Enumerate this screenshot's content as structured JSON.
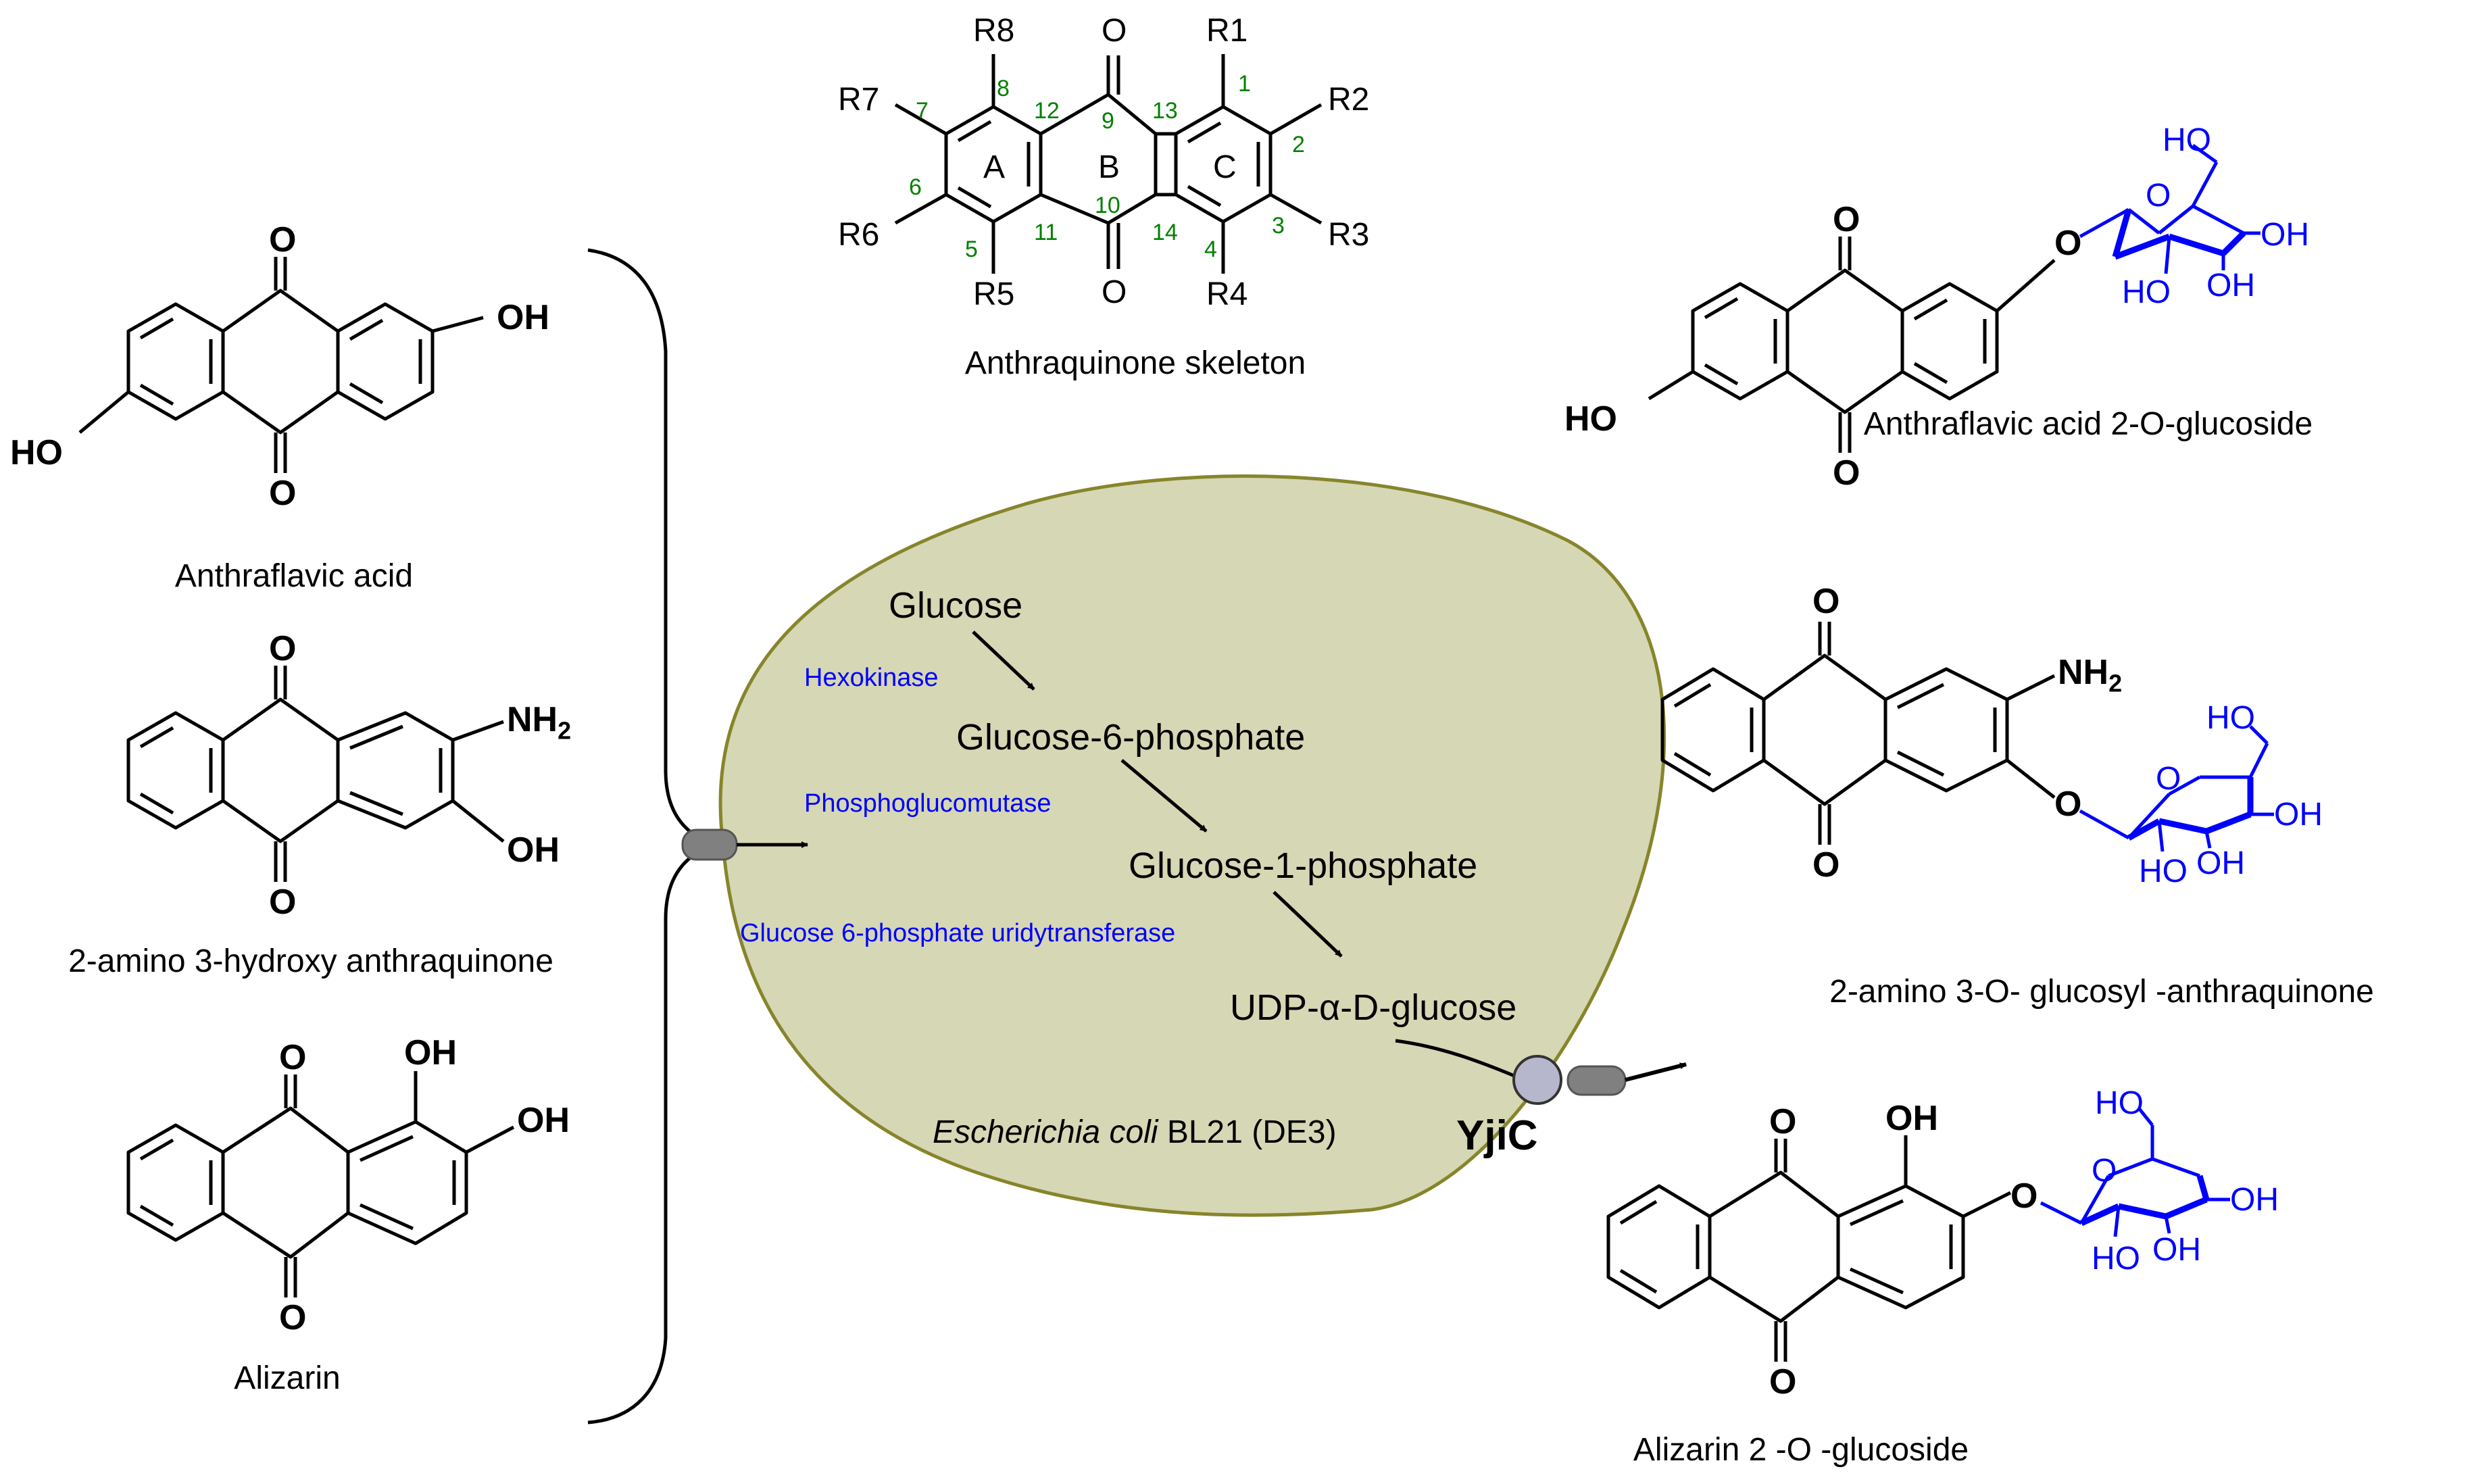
{
  "colors": {
    "cell_fill": "#d6d7b4",
    "cell_stroke": "#87852b",
    "sugar": "#0000ff",
    "locant": "#008000",
    "transporter": "#808080",
    "yjic_ball": "#b6b7cc"
  },
  "substrates": [
    {
      "name": "Anthraflavic acid",
      "groups": [
        "OH",
        "HO"
      ]
    },
    {
      "name": "2-amino 3-hydroxy anthraquinone",
      "groups": [
        "NH2",
        "OH"
      ]
    },
    {
      "name": "Alizarin",
      "groups": [
        "OH",
        "OH"
      ]
    }
  ],
  "skeleton": {
    "caption": "Anthraquinone skeleton",
    "rings": [
      "A",
      "B",
      "C"
    ],
    "substituents": [
      "R1",
      "R2",
      "R3",
      "R4",
      "R5",
      "R6",
      "R7",
      "R8"
    ],
    "positions": [
      "1",
      "2",
      "3",
      "4",
      "5",
      "6",
      "7",
      "8",
      "9",
      "10",
      "11",
      "12",
      "13",
      "14"
    ]
  },
  "pathway": {
    "metabolites": [
      "Glucose",
      "Glucose-6-phosphate",
      "Glucose-1-phosphate",
      "UDP-α-D-glucose"
    ],
    "enzymes": [
      "Hexokinase",
      "Phosphoglucomutase",
      "Glucose 6-phosphate uridytransferase"
    ],
    "host_italic": "Escherichia coli",
    "host_strain": "BL21 (DE3)",
    "glycosyltransferase": "YjiC"
  },
  "products": [
    {
      "name": "Anthraflavic  acid 2-O-glucoside"
    },
    {
      "name": "2-amino 3-O- glucosyl -anthraquinone"
    },
    {
      "name": "Alizarin 2 -O -glucoside"
    }
  ],
  "atom_labels": {
    "O": "O",
    "OH": "OH",
    "HO": "HO",
    "NH": "NH",
    "sub2": "2"
  }
}
